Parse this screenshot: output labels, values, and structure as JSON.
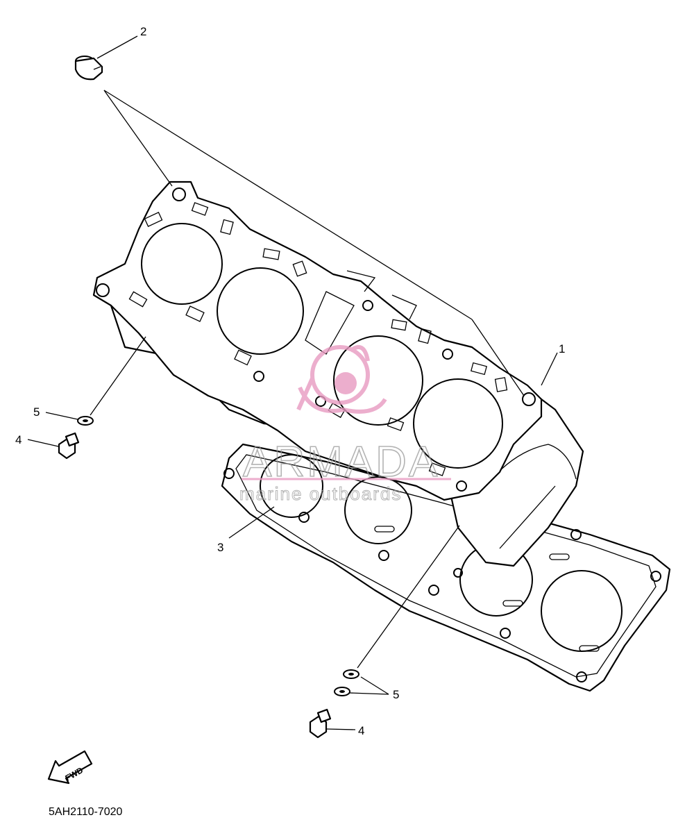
{
  "callouts": {
    "c1": "1",
    "c2": "2",
    "c3": "3",
    "c4_left": "4",
    "c5_left": "5",
    "c5_right": "5",
    "c4_right": "4"
  },
  "forward_arrow_label": "FWD",
  "part_number": "5AH2110-7020",
  "watermark": {
    "brand": "ARMADA",
    "tagline": "marine outboards",
    "color": "#e89bc1"
  }
}
